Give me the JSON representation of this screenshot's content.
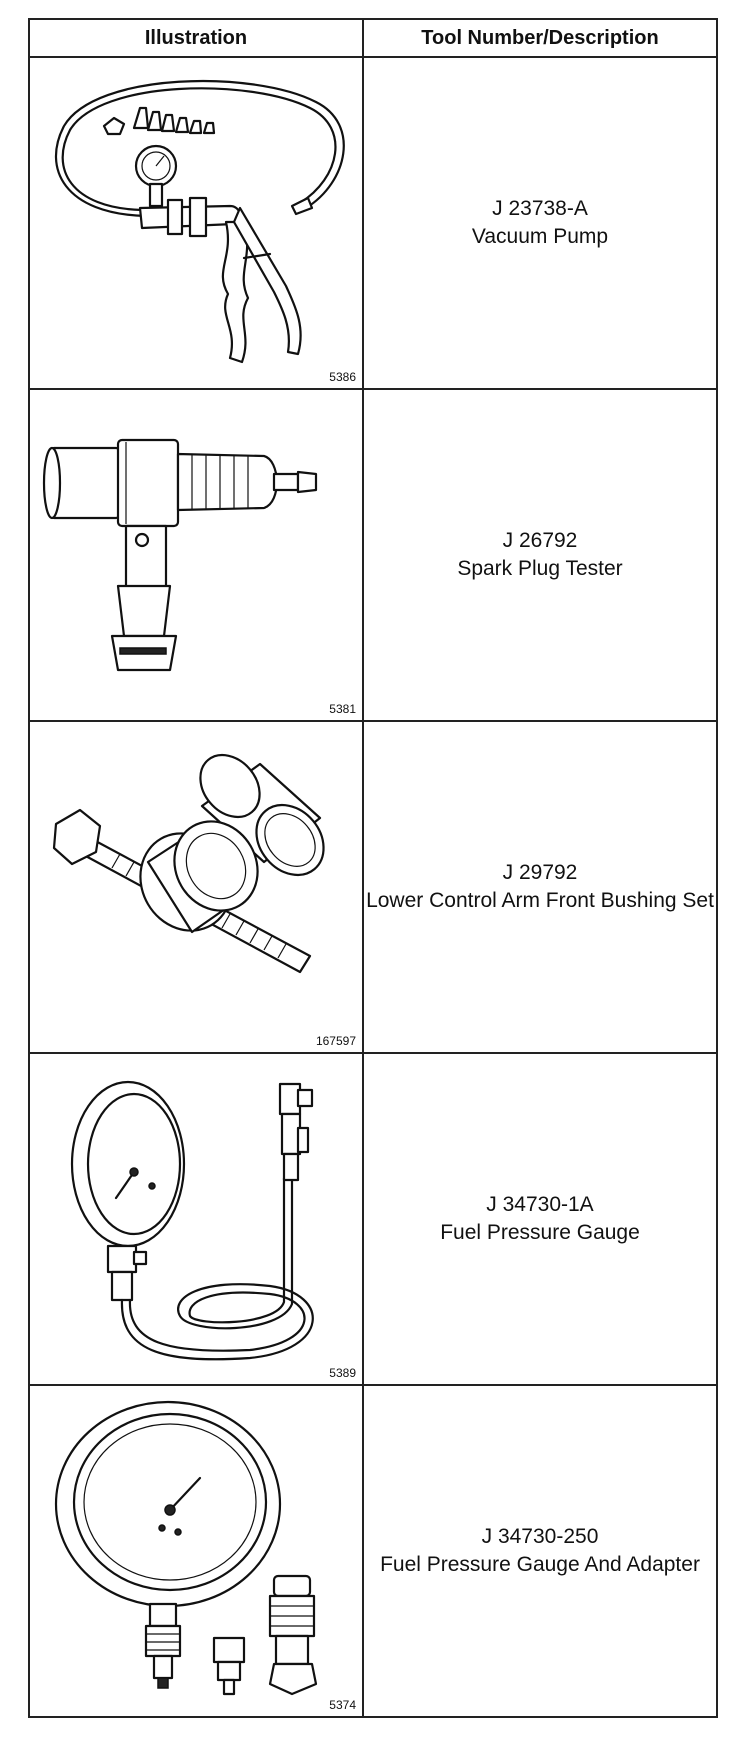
{
  "header": {
    "illustration": "Illustration",
    "tool": "Tool Number/Description"
  },
  "tools": [
    {
      "fig": "5386",
      "number": "J 23738-A",
      "name": "Vacuum Pump",
      "icon": "vacuum-pump-icon"
    },
    {
      "fig": "5381",
      "number": "J 26792",
      "name": "Spark Plug Tester",
      "icon": "spark-plug-tester-icon"
    },
    {
      "fig": "167597",
      "number": "J 29792",
      "name": "Lower Control Arm Front Bushing Set",
      "icon": "bushing-set-icon"
    },
    {
      "fig": "5389",
      "number": "J 34730-1A",
      "name": "Fuel Pressure Gauge",
      "icon": "fuel-pressure-gauge-icon"
    },
    {
      "fig": "5374",
      "number": "J 34730-250",
      "name": "Fuel Pressure Gauge And Adapter",
      "icon": "gauge-adapter-icon"
    }
  ]
}
